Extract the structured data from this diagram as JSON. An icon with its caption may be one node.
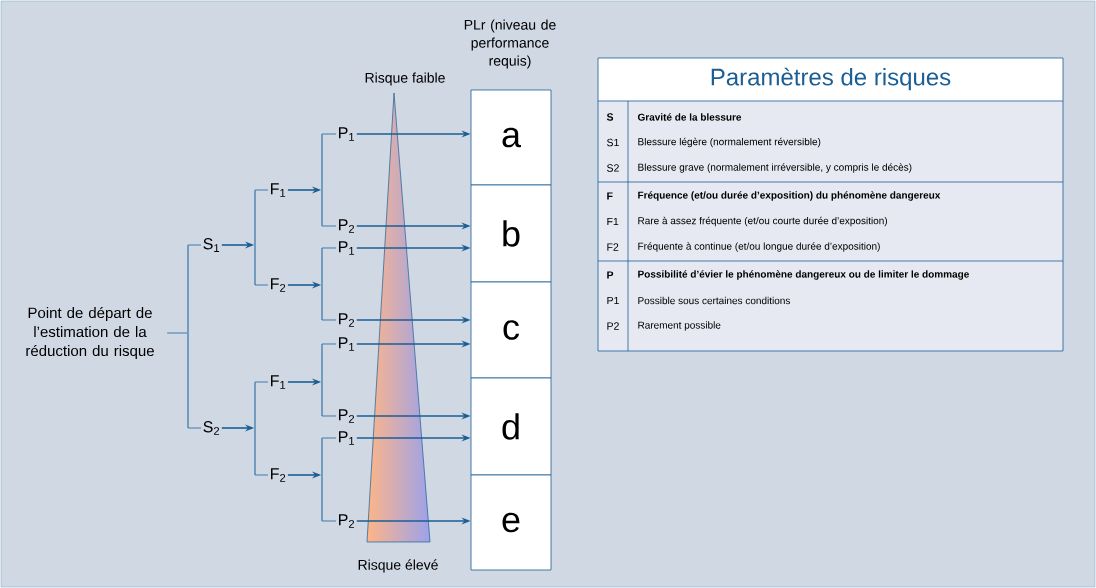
{
  "diagram": {
    "nodes": [
      {
        "text": [
          "Point de départ de l’estimation de la réduction du risque"
        ]
      },
      {
        "text": [
          "S$_{1}$"
        ]
      },
      {
        "text": [
          "S$_{2}$"
        ]
      },
      {
        "text": [
          "F$_{1}$"
        ]
      },
      {
        "text": [
          "F$_{2}$"
        ]
      },
      {
        "text": [
          "F$_{1}$"
        ]
      },
      {
        "text": [
          "F$_{2}$"
        ]
      },
      {
        "text": [
          "P$_{1}$"
        ]
      },
      {
        "text": [
          "P$_{2}$"
        ]
      },
      {
        "text": [
          "P$_{1}$"
        ]
      },
      {
        "text": [
          "P$_{2}$"
        ]
      },
      {
        "text": [
          "P$_{1}$"
        ]
      },
      {
        "text": [
          "P$_{2}$"
        ]
      },
      {
        "text": [
          "P$_{1}$"
        ]
      },
      {
        "text": [
          "P$_{2}$"
        ]
      },
      {
        "text": [
          "a"
        ]
      },
      {
        "text": [
          "b"
        ]
      },
      {
        "text": [
          "c"
        ]
      },
      {
        "text": [
          "d"
        ]
      },
      {
        "text": [
          "e"
        ]
      },
      {
        "text": [],
        "shape": "bar"
      },
      {
        "text": [],
        "shape": "bar"
      },
      {
        "text": [],
        "shape": "bar"
      },
      {
        "text": [],
        "shape": "bar"
      },
      {
        "text": [],
        "shape": "bar"
      },
      {
        "text": [],
        "shape": "bar"
      },
      {
        "text": [],
        "shape": "bar"
      }
    ],
    "edges": [
      {
        "from": 0,
        "to": 20,
        "arrow": "none"
      },
      {
        "from": 20,
        "to": 1,
        "arrow": "none"
      },
      {
        "from": 20,
        "to": 2,
        "arrow": "none"
      },
      {
        "from": 1,
        "to": 21,
        "arrow": "to"
      },
      {
        "from": 21,
        "to": 3,
        "arrow": "none"
      },
      {
        "from": 21,
        "to": 4,
        "arrow": "none"
      },
      {
        "from": 2,
        "to": 22,
        "arrow": "to"
      },
      {
        "from": 22,
        "to": 5,
        "arrow": "none"
      },
      {
        "from": 22,
        "to": 6,
        "arrow": "none"
      },
      {
        "from": 3,
        "to": 23,
        "arrow": "to"
      },
      {
        "from": 23,
        "to": 7,
        "arrow": "none"
      },
      {
        "from": 23,
        "to": 8,
        "arrow": "none"
      },
      {
        "from": 4,
        "to": 24,
        "arrow": "to"
      },
      {
        "from": 24,
        "to": 9,
        "arrow": "none"
      },
      {
        "from": 24,
        "to": 10,
        "arrow": "none"
      },
      {
        "from": 5,
        "to": 25,
        "arrow": "to"
      },
      {
        "from": 25,
        "to": 11,
        "arrow": "none"
      },
      {
        "from": 25,
        "to": 12,
        "arrow": "none"
      },
      {
        "from": 6,
        "to": 26,
        "arrow": "to"
      },
      {
        "from": 26,
        "to": 13,
        "arrow": "none"
      },
      {
        "from": 26,
        "to": 14,
        "arrow": "none"
      },
      {
        "from": 7,
        "to": 15,
        "arrow": "to"
      },
      {
        "from": 8,
        "to": 16,
        "arrow": "to"
      },
      {
        "from": 9,
        "to": 16,
        "arrow": "to"
      },
      {
        "from": 10,
        "to": 17,
        "arrow": "to"
      },
      {
        "from": 11,
        "to": 17,
        "arrow": "to"
      },
      {
        "from": 12,
        "to": 18,
        "arrow": "to"
      },
      {
        "from": 13,
        "to": 18,
        "arrow": "to"
      },
      {
        "from": 14,
        "to": 19,
        "arrow": "to"
      }
    ],
    "labels": [
      "PLr (niveau de performance requis)",
      "Risque faible",
      "Paramètres de risques",
      "S",
      "Gravité de la blessure",
      "S1",
      "Blessure légère (normalement réversible)",
      "S2",
      "Blessure grave (normalement irréversible, y compris le décès)",
      "F",
      "Fréquence (et/ou durée d’exposition) du phénomène dangereux",
      "F1",
      "Rare à assez fréquente (et/ou courte durée d’exposition)",
      "F2",
      "Fréquente à continue (et/ou longue durée d’exposition)",
      "P",
      "Possibilité d’évier le phénomène dangereux ou de limiter le dommage",
      "P1",
      "Possible sous certaines conditions",
      "P2",
      "Rarement possible",
      "Risque élevé"
    ]
  }
}
